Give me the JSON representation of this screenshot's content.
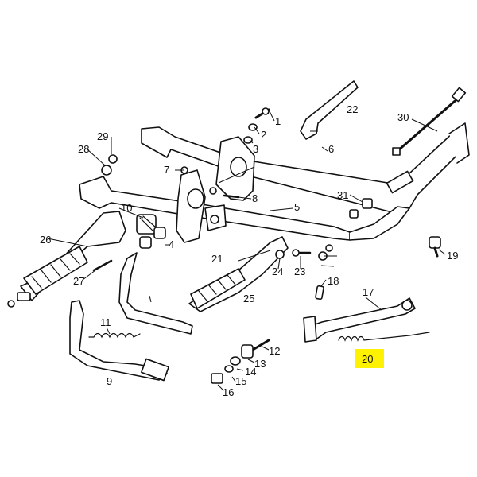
{
  "highlight_color": "#fff200",
  "highlighted_part": "20",
  "callouts": [
    {
      "id": "p1",
      "label": "1"
    },
    {
      "id": "p2",
      "label": "2"
    },
    {
      "id": "p3",
      "label": "3"
    },
    {
      "id": "p4",
      "label": "4"
    },
    {
      "id": "p5",
      "label": "5"
    },
    {
      "id": "p6",
      "label": "6"
    },
    {
      "id": "p7",
      "label": "7"
    },
    {
      "id": "p8",
      "label": "8"
    },
    {
      "id": "p9",
      "label": "9"
    },
    {
      "id": "p10",
      "label": "10"
    },
    {
      "id": "p11",
      "label": "11"
    },
    {
      "id": "p12",
      "label": "12"
    },
    {
      "id": "p13",
      "label": "13"
    },
    {
      "id": "p14",
      "label": "14"
    },
    {
      "id": "p15",
      "label": "15"
    },
    {
      "id": "p16",
      "label": "16"
    },
    {
      "id": "p17",
      "label": "17"
    },
    {
      "id": "p18",
      "label": "18"
    },
    {
      "id": "p19",
      "label": "19"
    },
    {
      "id": "p20",
      "label": "20"
    },
    {
      "id": "p21",
      "label": "21"
    },
    {
      "id": "p22",
      "label": "22"
    },
    {
      "id": "p23",
      "label": "23"
    },
    {
      "id": "p24",
      "label": "24"
    },
    {
      "id": "p25",
      "label": "25"
    },
    {
      "id": "p26",
      "label": "26"
    },
    {
      "id": "p27",
      "label": "27"
    },
    {
      "id": "p28",
      "label": "28"
    },
    {
      "id": "p29",
      "label": "29"
    },
    {
      "id": "p30",
      "label": "30"
    },
    {
      "id": "p31",
      "label": "31"
    }
  ]
}
